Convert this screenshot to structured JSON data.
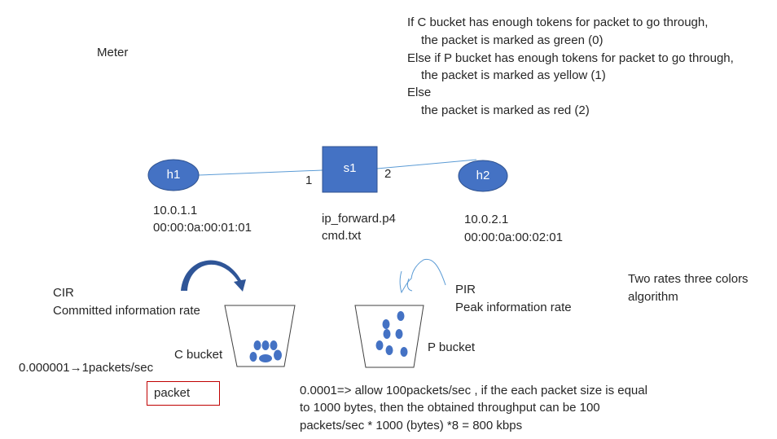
{
  "title": "Meter",
  "rules": [
    "If C bucket has enough tokens for packet to go through,",
    "the packet is marked as green (0)",
    "Else if P bucket has enough tokens for packet to go through,",
    "the packet is marked as yellow (1)",
    "Else",
    "the packet is marked as red (2)"
  ],
  "nodes": {
    "h1": {
      "label": "h1",
      "ip": "10.0.1.1",
      "mac": "00:00:0a:00:01:01"
    },
    "s1": {
      "label": "s1",
      "files": [
        "ip_forward.p4",
        "cmd.txt"
      ]
    },
    "h2": {
      "label": "h2",
      "ip": "10.0.2.1",
      "mac": "00:00:0a:00:02:01"
    }
  },
  "ports": {
    "left": "1",
    "right": "2"
  },
  "cir": {
    "abbr": "CIR",
    "full": "Committed information rate",
    "bucket_label": "C bucket",
    "rate_example": "0.000001→1packets/sec",
    "packet_label": "packet"
  },
  "pir": {
    "abbr": "PIR",
    "full": "Peak information rate",
    "bucket_label": "P bucket"
  },
  "algorithm": [
    "Two rates three colors",
    "algorithm"
  ],
  "throughput_note": [
    "0.0001=> allow 100packets/sec , if the each packet size is equal",
    "to 1000 bytes, then the obtained throughput can be 100",
    "packets/sec * 1000 (bytes) *8 = 800 kbps"
  ],
  "colors": {
    "node_fill": "#4472c4",
    "node_stroke": "#2f528f",
    "link": "#5b9bd5",
    "packet_box": "#c00000"
  }
}
